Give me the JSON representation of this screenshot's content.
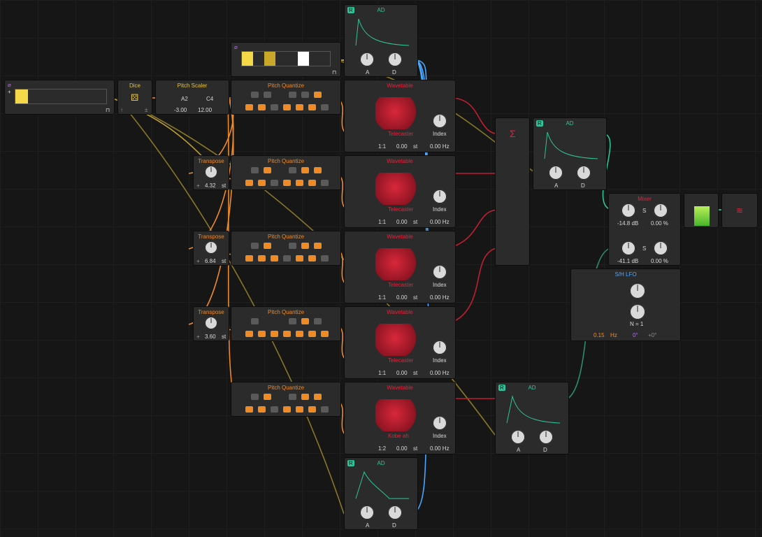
{
  "colors": {
    "orange": "#f08a24",
    "red": "#e4233c",
    "yellow": "#e6c33a",
    "teal": "#2fc49a",
    "blue": "#4aa7ff"
  },
  "dice": {
    "title": "Dice"
  },
  "pitch_scaler": {
    "title": "Pitch Scaler",
    "low": "A2",
    "high": "C4",
    "low_value": "-3.00",
    "high_value": "12.00"
  },
  "transpose": [
    {
      "title": "Transpose",
      "value": "4.32",
      "unit": "st"
    },
    {
      "title": "Transpose",
      "value": "6.84",
      "unit": "st"
    },
    {
      "title": "Transpose",
      "value": "3.60",
      "unit": "st"
    }
  ],
  "pitch_quantize": {
    "title": "Pitch Quantize"
  },
  "wavetable": [
    {
      "title": "Wavetable",
      "name": "Telecaster",
      "index_label": "Index",
      "ratio": "1:1",
      "offset": "0.00",
      "offset_unit": "st",
      "freq": "0.00 Hz"
    },
    {
      "title": "Wavetable",
      "name": "Telecaster",
      "index_label": "Index",
      "ratio": "1:1",
      "offset": "0.00",
      "offset_unit": "st",
      "freq": "0.00 Hz"
    },
    {
      "title": "Wavetable",
      "name": "Telecaster",
      "index_label": "Index",
      "ratio": "1:1",
      "offset": "0.00",
      "offset_unit": "st",
      "freq": "0.00 Hz"
    },
    {
      "title": "Wavetable",
      "name": "Telecaster",
      "index_label": "Index",
      "ratio": "1:1",
      "offset": "0.00",
      "offset_unit": "st",
      "freq": "0.00 Hz"
    },
    {
      "title": "Wavetable",
      "name": "Kobe ah",
      "index_label": "Index",
      "ratio": "1:2",
      "offset": "0.00",
      "offset_unit": "st",
      "freq": "0.00 Hz"
    }
  ],
  "ad": {
    "title": "AD",
    "a": "A",
    "d": "D",
    "badge": "R"
  },
  "sum": {
    "symbol": "Σ"
  },
  "mixer": {
    "title": "Mixer",
    "ch1_level": "-14.8 dB",
    "ch1_pan": "0.00 %",
    "ch2_level": "-41.1 dB",
    "ch2_pan": "0.00 %",
    "s": "S"
  },
  "lfo": {
    "title": "S/H LFO",
    "rate": "0.15",
    "rate_unit": "Hz",
    "phase": "0°",
    "offset": "+0°",
    "n": "N = 1"
  }
}
